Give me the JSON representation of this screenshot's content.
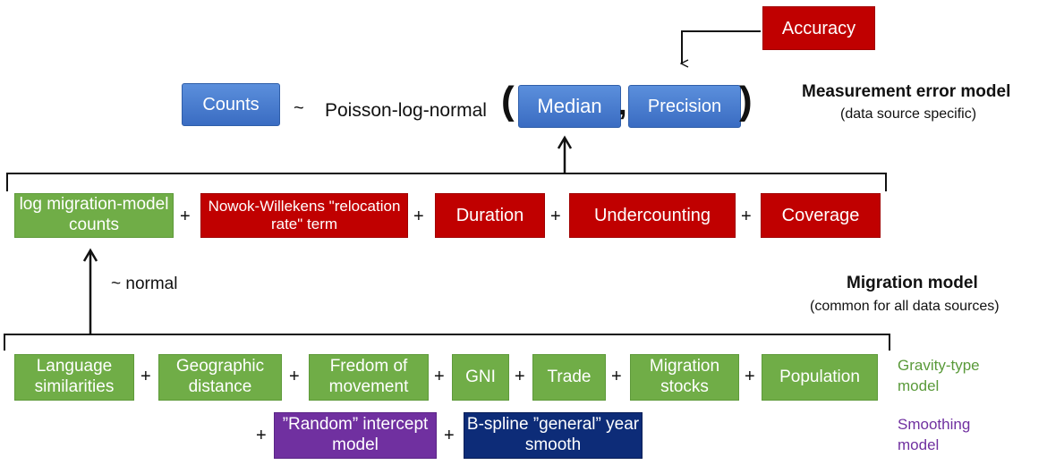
{
  "measurement": {
    "accuracy": "Accuracy",
    "counts": "Counts",
    "tilde": "~",
    "distribution": "Poisson-log-normal",
    "open_paren": "(",
    "median": "Median",
    "comma": ",",
    "precision": "Precision",
    "close_paren": ")",
    "title": "Measurement error model",
    "subtitle": "(data source specific)"
  },
  "migration_row": {
    "log_counts": "log migration-model counts",
    "nowok": "Nowok-Willekens \"relocation rate\" term",
    "duration": "Duration",
    "undercounting": "Undercounting",
    "coverage": "Coverage",
    "plus": "+"
  },
  "migration_model": {
    "normal": "~ normal",
    "title": "Migration model",
    "subtitle": "(common for all data sources)"
  },
  "gravity": {
    "items": [
      "Language similarities",
      "Geographic distance",
      "Fredom of movement",
      "GNI",
      "Trade",
      "Migration stocks",
      "Population"
    ],
    "label": "Gravity-type model",
    "label_color": "#5a9a3a"
  },
  "smoothing": {
    "random": "”Random” intercept model",
    "bspline": "B-spline ”general” year smooth",
    "label": "Smoothing model",
    "label_color": "#7030a0"
  },
  "colors": {
    "blue": "#4a7fd3",
    "red": "#c00000",
    "green": "#70ad47",
    "purple": "#7030a0",
    "navy": "#0d2c78"
  }
}
